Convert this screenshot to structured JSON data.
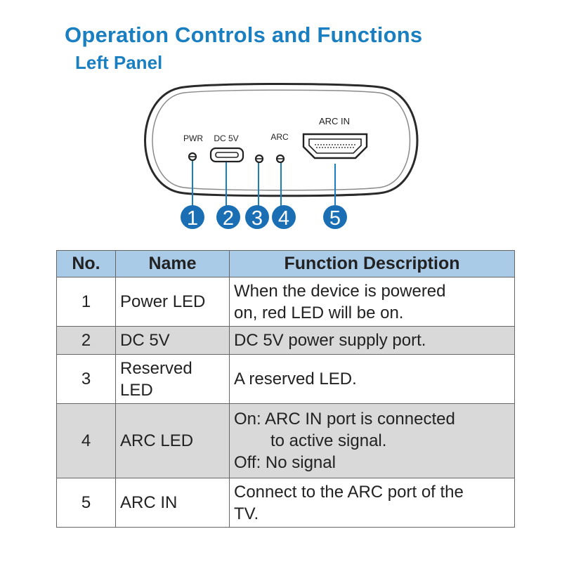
{
  "title": "Operation Controls and Functions",
  "subtitle": "Left Panel",
  "panel": {
    "labels": {
      "pwr": "PWR",
      "dc": "DC 5V",
      "arc": "ARC",
      "arc_in": "ARC IN"
    },
    "callouts": [
      "1",
      "2",
      "3",
      "4",
      "5"
    ]
  },
  "table": {
    "headers": [
      "No.",
      "Name",
      "Function Description"
    ],
    "rows": [
      {
        "no": "1",
        "name": [
          "Power LED"
        ],
        "desc": [
          "When the device is powered",
          "on, red LED will be on."
        ]
      },
      {
        "no": "2",
        "name": [
          "DC 5V"
        ],
        "desc": [
          "DC 5V power supply port."
        ]
      },
      {
        "no": "3",
        "name": [
          "Reserved",
          "LED"
        ],
        "desc": [
          "A reserved LED."
        ]
      },
      {
        "no": "4",
        "name": [
          "ARC LED"
        ],
        "desc": [
          "On: ARC IN port is connected",
          "to active signal.",
          "Off: No signal"
        ]
      },
      {
        "no": "5",
        "name": [
          "ARC IN"
        ],
        "desc": [
          "Connect to the ARC port of the",
          "TV."
        ]
      }
    ]
  },
  "colors": {
    "accent": "#1a7fc1",
    "header_bg": "#a9cbe8",
    "row_shade": "#d9d9d9"
  }
}
